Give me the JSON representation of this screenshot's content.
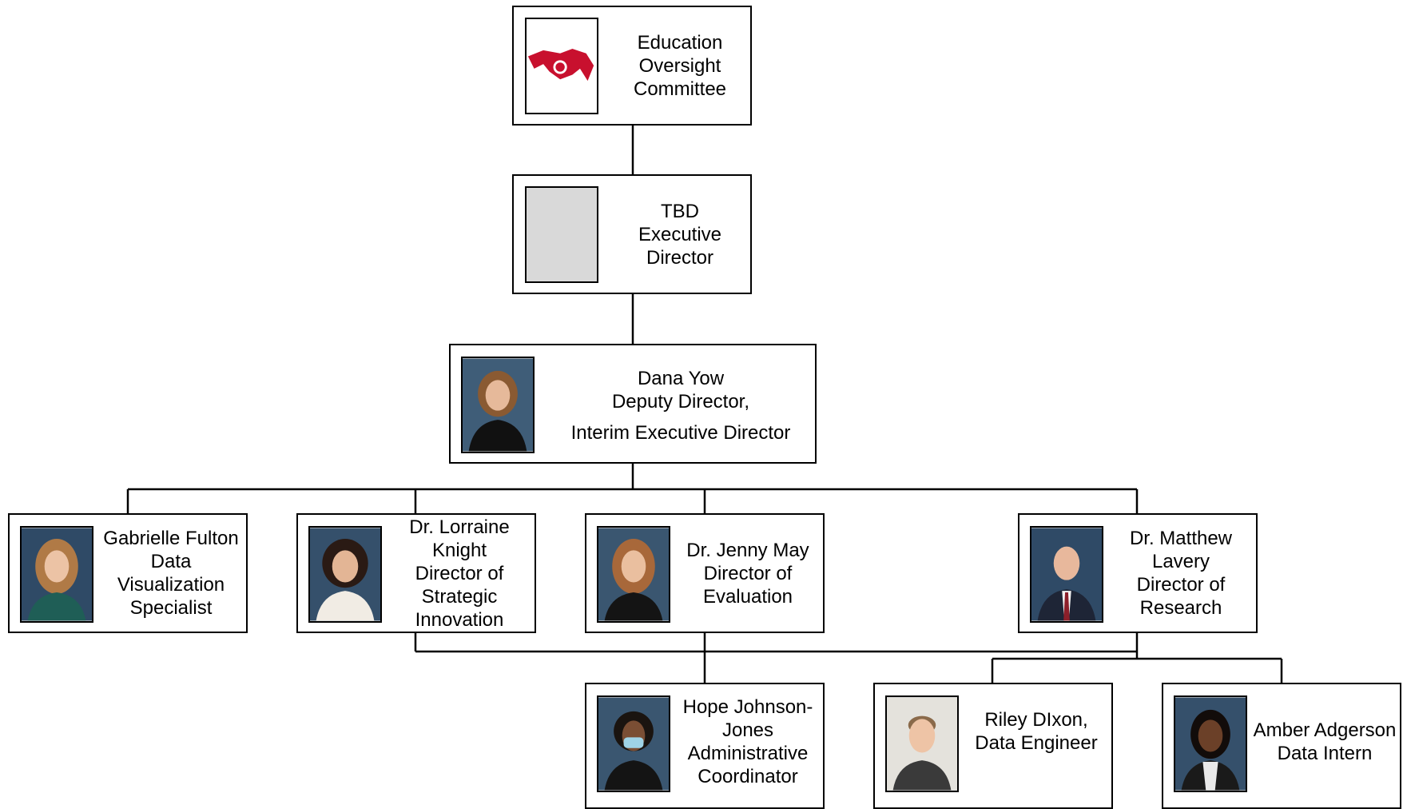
{
  "org_chart": {
    "committee": {
      "lines": [
        "Education",
        "Oversight",
        "Committee"
      ],
      "logo": "apple-hands-logo",
      "logo_color": "#c8102e"
    },
    "executive_director": {
      "lines": [
        "TBD",
        "Executive",
        "Director"
      ],
      "photo": "placeholder",
      "placeholder_color": "#d9d9d9"
    },
    "deputy_director": {
      "lines": [
        "Dana Yow",
        "Deputy Director,",
        "Interim Executive Director"
      ],
      "photo": "portrait"
    },
    "directors": [
      {
        "lines": [
          "Gabrielle Fulton",
          "Data",
          "Visualization",
          "Specialist"
        ],
        "photo": "portrait"
      },
      {
        "lines": [
          "Dr. Lorraine",
          "Knight",
          "Director of",
          "Strategic",
          "Innovation"
        ],
        "photo": "portrait"
      },
      {
        "lines": [
          "Dr. Jenny May",
          "Director of",
          "Evaluation"
        ],
        "photo": "portrait"
      },
      {
        "lines": [
          "Dr. Matthew",
          "Lavery",
          "Director of",
          "Research"
        ],
        "photo": "portrait"
      }
    ],
    "staff": [
      {
        "lines": [
          "Hope Johnson-",
          "Jones",
          "Administrative",
          "Coordinator"
        ],
        "photo": "portrait"
      },
      {
        "lines": [
          "Riley DIxon,",
          "Data Engineer"
        ],
        "photo": "portrait"
      },
      {
        "lines": [
          "Amber Adgerson",
          "Data Intern"
        ],
        "photo": "portrait"
      }
    ],
    "line_color": "#000000"
  }
}
